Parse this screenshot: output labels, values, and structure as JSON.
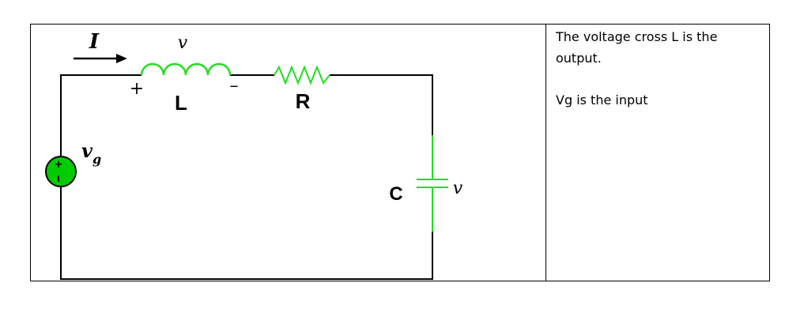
{
  "colors": {
    "wire": "#000000",
    "component": "#22dd22",
    "source_fill": "#00cc00"
  },
  "circuit": {
    "current_label": "I",
    "inductor_voltage_label": "v",
    "inductor_plus": "+",
    "inductor_minus": "–",
    "inductor_label": "L",
    "resistor_label": "R",
    "source_label_main": "v",
    "source_label_sub": "g",
    "capacitor_label": "C",
    "capacitor_voltage_label": "v"
  },
  "notes": {
    "line1": "The voltage cross L is the output.",
    "line2": "Vg is the input"
  }
}
